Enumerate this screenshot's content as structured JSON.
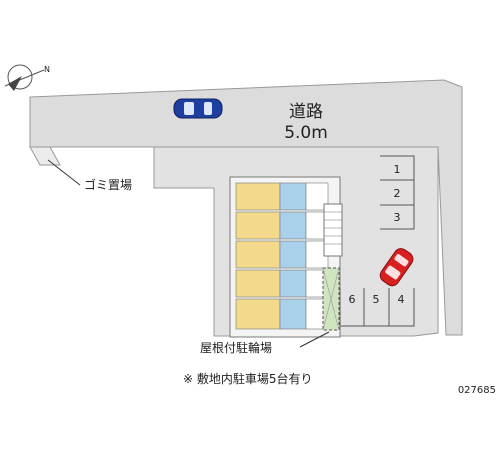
{
  "road": {
    "name": "道路",
    "width": "5.0m"
  },
  "labels": {
    "garbage": "ゴミ置場",
    "bike_parking": "屋根付駐輪場",
    "note": "※ 敷地内駐車場5台有り",
    "property_code": "027685",
    "compass_n": "N"
  },
  "parking": {
    "top_stalls": [
      "1",
      "2",
      "3"
    ],
    "bottom_stalls": [
      "6",
      "5",
      "4"
    ]
  },
  "colors": {
    "road": "#dcdcdc",
    "lot": "#e2e2e2",
    "unit_room": "#f2d98c",
    "unit_wet": "#a9d2ea",
    "car_blue": "#1e3fa0",
    "car_red": "#d82020"
  }
}
